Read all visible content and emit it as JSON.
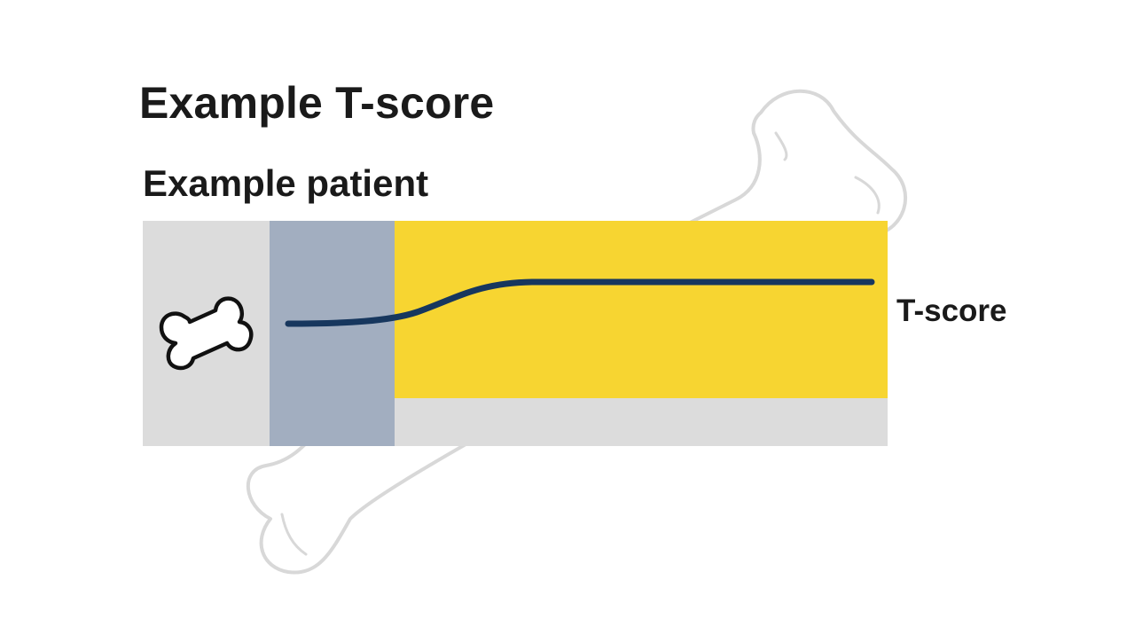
{
  "title": "Example T-score",
  "subtitle": "Example patient",
  "curve_label": "T-score",
  "icons": {
    "background": "bone-outline-icon",
    "row": "bone-icon"
  },
  "colors": {
    "panel_grey": "#dcdcdc",
    "band_blue": "#a2aec0",
    "band_yellow": "#f7d531",
    "curve_navy": "#17375e",
    "bone_outline": "#d8d8d8"
  }
}
